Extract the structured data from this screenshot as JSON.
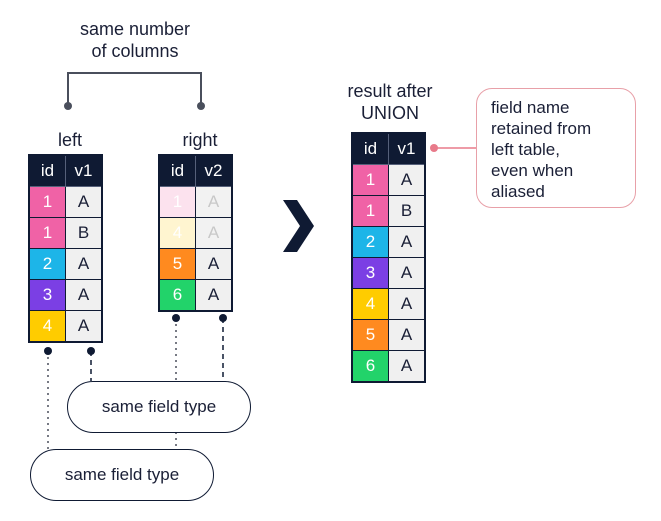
{
  "colors": {
    "header": "#0f1a33",
    "pink": "#f062a6",
    "blue": "#1db5e8",
    "purple": "#7b3fe4",
    "yellow": "#ffcc00",
    "orange": "#ff8a1f",
    "green": "#22d36a",
    "note_border": "#e8a0a8",
    "note_dot": "#e87a8a"
  },
  "top_label": {
    "line1": "same number",
    "line2": "of columns"
  },
  "left": {
    "title": "left",
    "headers": [
      "id",
      "v1"
    ],
    "rows": [
      {
        "id": "1",
        "v": "A",
        "color": "pink"
      },
      {
        "id": "1",
        "v": "B",
        "color": "pink"
      },
      {
        "id": "2",
        "v": "A",
        "color": "blue"
      },
      {
        "id": "3",
        "v": "A",
        "color": "purple"
      },
      {
        "id": "4",
        "v": "A",
        "color": "yellow"
      }
    ]
  },
  "right": {
    "title": "right",
    "headers": [
      "id",
      "v2"
    ],
    "rows": [
      {
        "id": "1",
        "v": "A",
        "color": "pink",
        "faded": true
      },
      {
        "id": "4",
        "v": "A",
        "color": "yellow",
        "faded": true
      },
      {
        "id": "5",
        "v": "A",
        "color": "orange",
        "faded": false
      },
      {
        "id": "6",
        "v": "A",
        "color": "green",
        "faded": false
      }
    ]
  },
  "arrow_icon": "chevron-right-icon",
  "result": {
    "title_line1": "result after",
    "title_line2": "UNION",
    "headers": [
      "id",
      "v1"
    ],
    "rows": [
      {
        "id": "1",
        "v": "A",
        "color": "pink"
      },
      {
        "id": "1",
        "v": "B",
        "color": "pink"
      },
      {
        "id": "2",
        "v": "A",
        "color": "blue"
      },
      {
        "id": "3",
        "v": "A",
        "color": "purple"
      },
      {
        "id": "4",
        "v": "A",
        "color": "yellow"
      },
      {
        "id": "5",
        "v": "A",
        "color": "orange"
      },
      {
        "id": "6",
        "v": "A",
        "color": "green"
      }
    ]
  },
  "note": {
    "lines": [
      "field name",
      "retained from",
      "left table,",
      "even when",
      "aliased"
    ]
  },
  "pill_upper": "same field type",
  "pill_lower": "same field type"
}
